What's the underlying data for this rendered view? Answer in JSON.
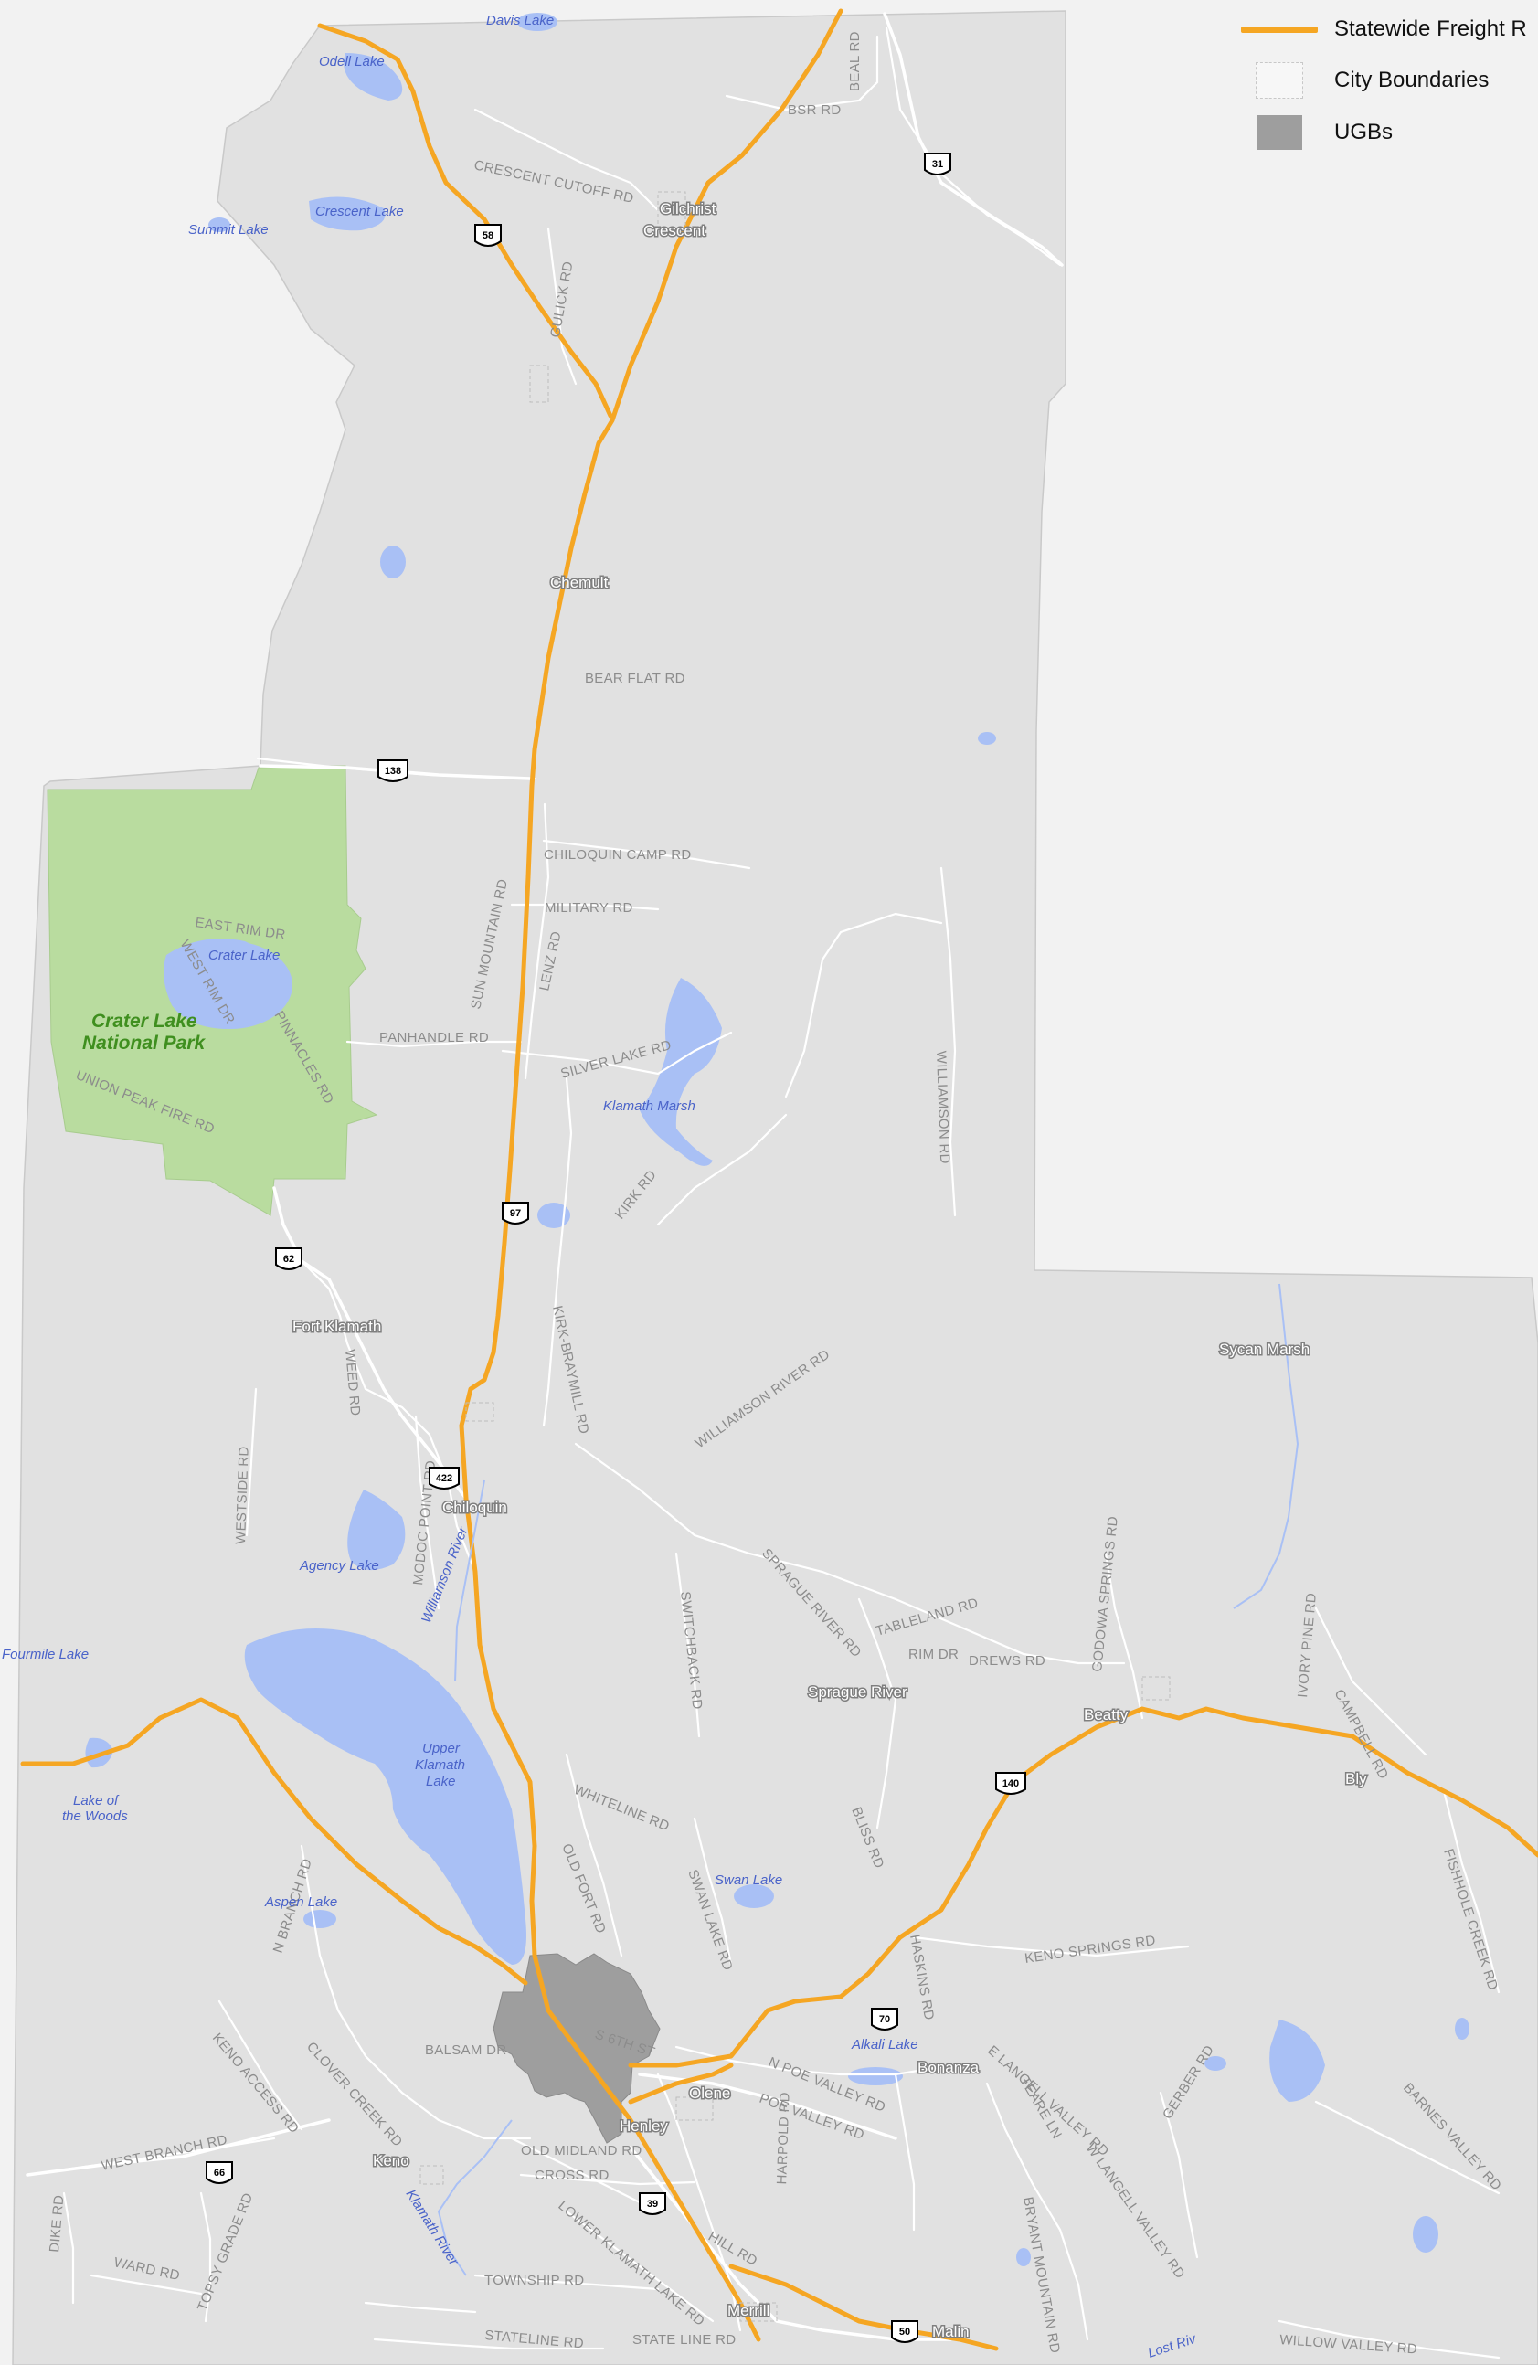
{
  "legend": {
    "items": [
      {
        "label": "Statewide Freight R",
        "symbol": "freight-line",
        "color": "#f5a623"
      },
      {
        "label": "City Boundaries",
        "symbol": "dashed-box",
        "color": "#c8c8c8"
      },
      {
        "label": "UGBs",
        "symbol": "filled-box",
        "color": "#9e9e9e"
      }
    ]
  },
  "colors": {
    "background": "#f2f2f2",
    "county": "#e1e1e1",
    "park": "#b9dc9f",
    "water": "#a9c0f5",
    "freight": "#f5a623",
    "ugb": "#9e9e9e",
    "roads": "#ffffff"
  },
  "park": {
    "name_line1": "Crater Lake",
    "name_line2": "National Park"
  },
  "water_labels": {
    "davis_lake": "Davis Lake",
    "odell_lake": "Odell Lake",
    "crescent_lake": "Crescent Lake",
    "summit_lake": "Summit Lake",
    "crater_lake": "Crater Lake",
    "klamath_marsh": "Klamath Marsh",
    "agency_lake": "Agency Lake",
    "fourmile_lake": "Fourmile Lake",
    "lake_of_woods_1": "Lake of",
    "lake_of_woods_2": "the Woods",
    "upper_klamath_1": "Upper",
    "upper_klamath_2": "Klamath",
    "upper_klamath_3": "Lake",
    "swan_lake": "Swan Lake",
    "aspen_lake": "Aspen Lake",
    "alkali_lake": "Alkali Lake",
    "sycan_marsh": "Sycan Marsh",
    "williamson_river": "Williamson River",
    "klamath_river": "Klamath River",
    "lost_river": "Lost Riv"
  },
  "towns": {
    "gilchrist": "Gilchrist",
    "crescent": "Crescent",
    "chemult": "Chemult",
    "fort_klamath": "Fort Klamath",
    "chiloquin": "Chiloquin",
    "sprague_river": "Sprague River",
    "beatty": "Beatty",
    "bly": "Bly",
    "olene": "Olene",
    "henley": "Henley",
    "bonanza": "Bonanza",
    "keno": "Keno",
    "merrill": "Merrill",
    "malin": "Malin"
  },
  "roads": {
    "beal": "BEAL RD",
    "bsr": "BSR RD",
    "crescent_cutoff": "CRESCENT CUTOFF RD",
    "gulick": "GULICK RD",
    "bear_flat": "BEAR FLAT RD",
    "chiloquin_camp": "CHILOQUIN CAMP RD",
    "military": "MILITARY RD",
    "sun_mountain": "SUN MOUNTAIN RD",
    "lenz": "LENZ RD",
    "east_rim": "EAST RIM DR",
    "west_rim": "WEST RIM DR",
    "pinnacles": "PINNACLES RD",
    "panhandle": "PANHANDLE RD",
    "silver_lake": "SILVER LAKE RD",
    "union_peak": "UNION PEAK FIRE RD",
    "williamson_rd": "WILLIAMSON RD",
    "kirk": "KIRK RD",
    "kirk_braymill": "KIRK-BRAYMILL RD",
    "weed": "WEED RD",
    "williamson_river_rd": "WILLIAMSON RIVER RD",
    "westside": "WESTSIDE RD",
    "modoc_point": "MODOC POINT RD",
    "sprague_river_rd": "SPRAGUE RIVER RD",
    "switchback": "SWITCHBACK RD",
    "tableland": "TABLELAND RD",
    "rim": "RIM DR",
    "drews": "DREWS RD",
    "godowa": "GODOWA SPRINGS RD",
    "ivory_pine": "IVORY PINE RD",
    "campbell": "CAMPBELL RD",
    "whiteline": "WHITELINE RD",
    "old_fort": "OLD FORT RD",
    "bliss": "BLISS RD",
    "fishhole": "FISHHOLE CREEK RD",
    "swan_lake_rd": "SWAN LAKE RD",
    "keno_springs": "KENO SPRINGS RD",
    "haskins": "HASKINS RD",
    "n_branch": "N BRANCH RD",
    "keno_access": "KENO ACCESS RD",
    "clover_creek": "CLOVER CREEK RD",
    "balsam": "BALSAM DR",
    "south_6th": "S 6TH ST",
    "n_poe_valley": "N POE VALLEY RD",
    "poe_valley": "POE VALLEY RD",
    "e_langell": "E LANGELL VALLEY RD",
    "teare": "TEARE LN",
    "w_langell": "W LANGELL VALLEY RD",
    "gerber": "GERBER RD",
    "barnes_valley": "BARNES VALLEY RD",
    "west_branch": "WEST BRANCH RD",
    "old_midland": "OLD MIDLAND RD",
    "cross": "CROSS RD",
    "harpold": "HARPOLD RD",
    "bryant_mountain": "BRYANT MOUNTAIN RD",
    "dike": "DIKE RD",
    "ward": "WARD RD",
    "topsy_grade": "TOPSY GRADE RD",
    "lower_klamath_lake": "LOWER KLAMATH LAKE RD",
    "hill": "HILL RD",
    "township": "TOWNSHIP RD",
    "stateline": "STATELINE RD",
    "state_line": "STATE LINE RD",
    "willow_valley": "WILLOW VALLEY RD"
  },
  "shields": {
    "or31": "31",
    "or58": "58",
    "or138": "138",
    "us97": "97",
    "or62": "62",
    "or422": "422",
    "or140": "140",
    "or70": "70",
    "or66": "66",
    "or39": "39",
    "or50": "50"
  }
}
